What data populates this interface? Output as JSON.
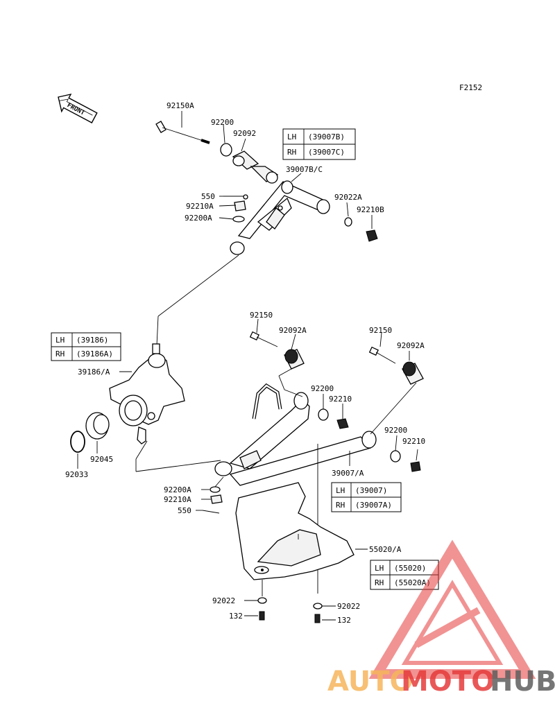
{
  "figure_code": "F2152",
  "front_arrow": "FRONT",
  "tables": {
    "upper_arm": [
      {
        "side": "LH",
        "part": "(39007B)"
      },
      {
        "side": "RH",
        "part": "(39007C)"
      }
    ],
    "knuckle": [
      {
        "side": "LH",
        "part": "(39186)"
      },
      {
        "side": "RH",
        "part": "(39186A)"
      }
    ],
    "lower_arm": [
      {
        "side": "LH",
        "part": "(39007)"
      },
      {
        "side": "RH",
        "part": "(39007A)"
      }
    ],
    "guard": [
      {
        "side": "LH",
        "part": "(55020)"
      },
      {
        "side": "RH",
        "part": "(55020A)"
      }
    ]
  },
  "labels": {
    "bolt_upper": "92150A",
    "washer_upper": "92200",
    "bushing_upper": "92092",
    "upper_arm": "39007B/C",
    "cotter_upper": "550",
    "nut_upper_castle": "92210A",
    "washer_upper_balljoint": "92200A",
    "washer_upper_right": "92022A",
    "nut_upper_right": "92210B",
    "bolt_lower_left": "92150",
    "bushing_lower_left": "92092A",
    "bolt_lower_right": "92150",
    "bushing_lower_right": "92092A",
    "knuckle": "39186/A",
    "washer_lower_mid": "92200",
    "nut_lower_mid": "92210",
    "washer_lower_right": "92200",
    "nut_lower_right": "92210",
    "bearing": "92045",
    "circlip": "92033",
    "lower_arm": "39007/A",
    "washer_lower_balljoint": "92200A",
    "nut_lower_castle": "92210A",
    "cotter_lower": "550",
    "guard": "55020/A",
    "washer_guard_left": "92022",
    "washer_guard_right": "92022",
    "bolt_guard_left": "132",
    "bolt_guard_right": "132"
  },
  "watermark": {
    "text_auto": "AUTO",
    "text_moto": "MOTO",
    "text_hub": "HUB",
    "color_auto": "#f6b65c",
    "color_moto": "#e63c3c",
    "color_hub": "#5f5f5f"
  }
}
